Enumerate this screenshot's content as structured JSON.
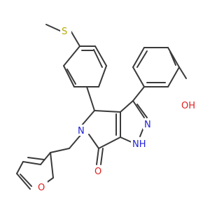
{
  "molecule": {
    "atoms": {
      "S": "S",
      "OH": "OH",
      "N_ring": "N",
      "N_pyrazole": "N",
      "NH": "NH",
      "O_carbonyl": "O",
      "O_furan": "O"
    },
    "colors": {
      "bond": "#3a3a3a",
      "nitrogen": "#1f1fdc",
      "oxygen": "#e01e1e",
      "sulfur": "#b5a800"
    }
  }
}
